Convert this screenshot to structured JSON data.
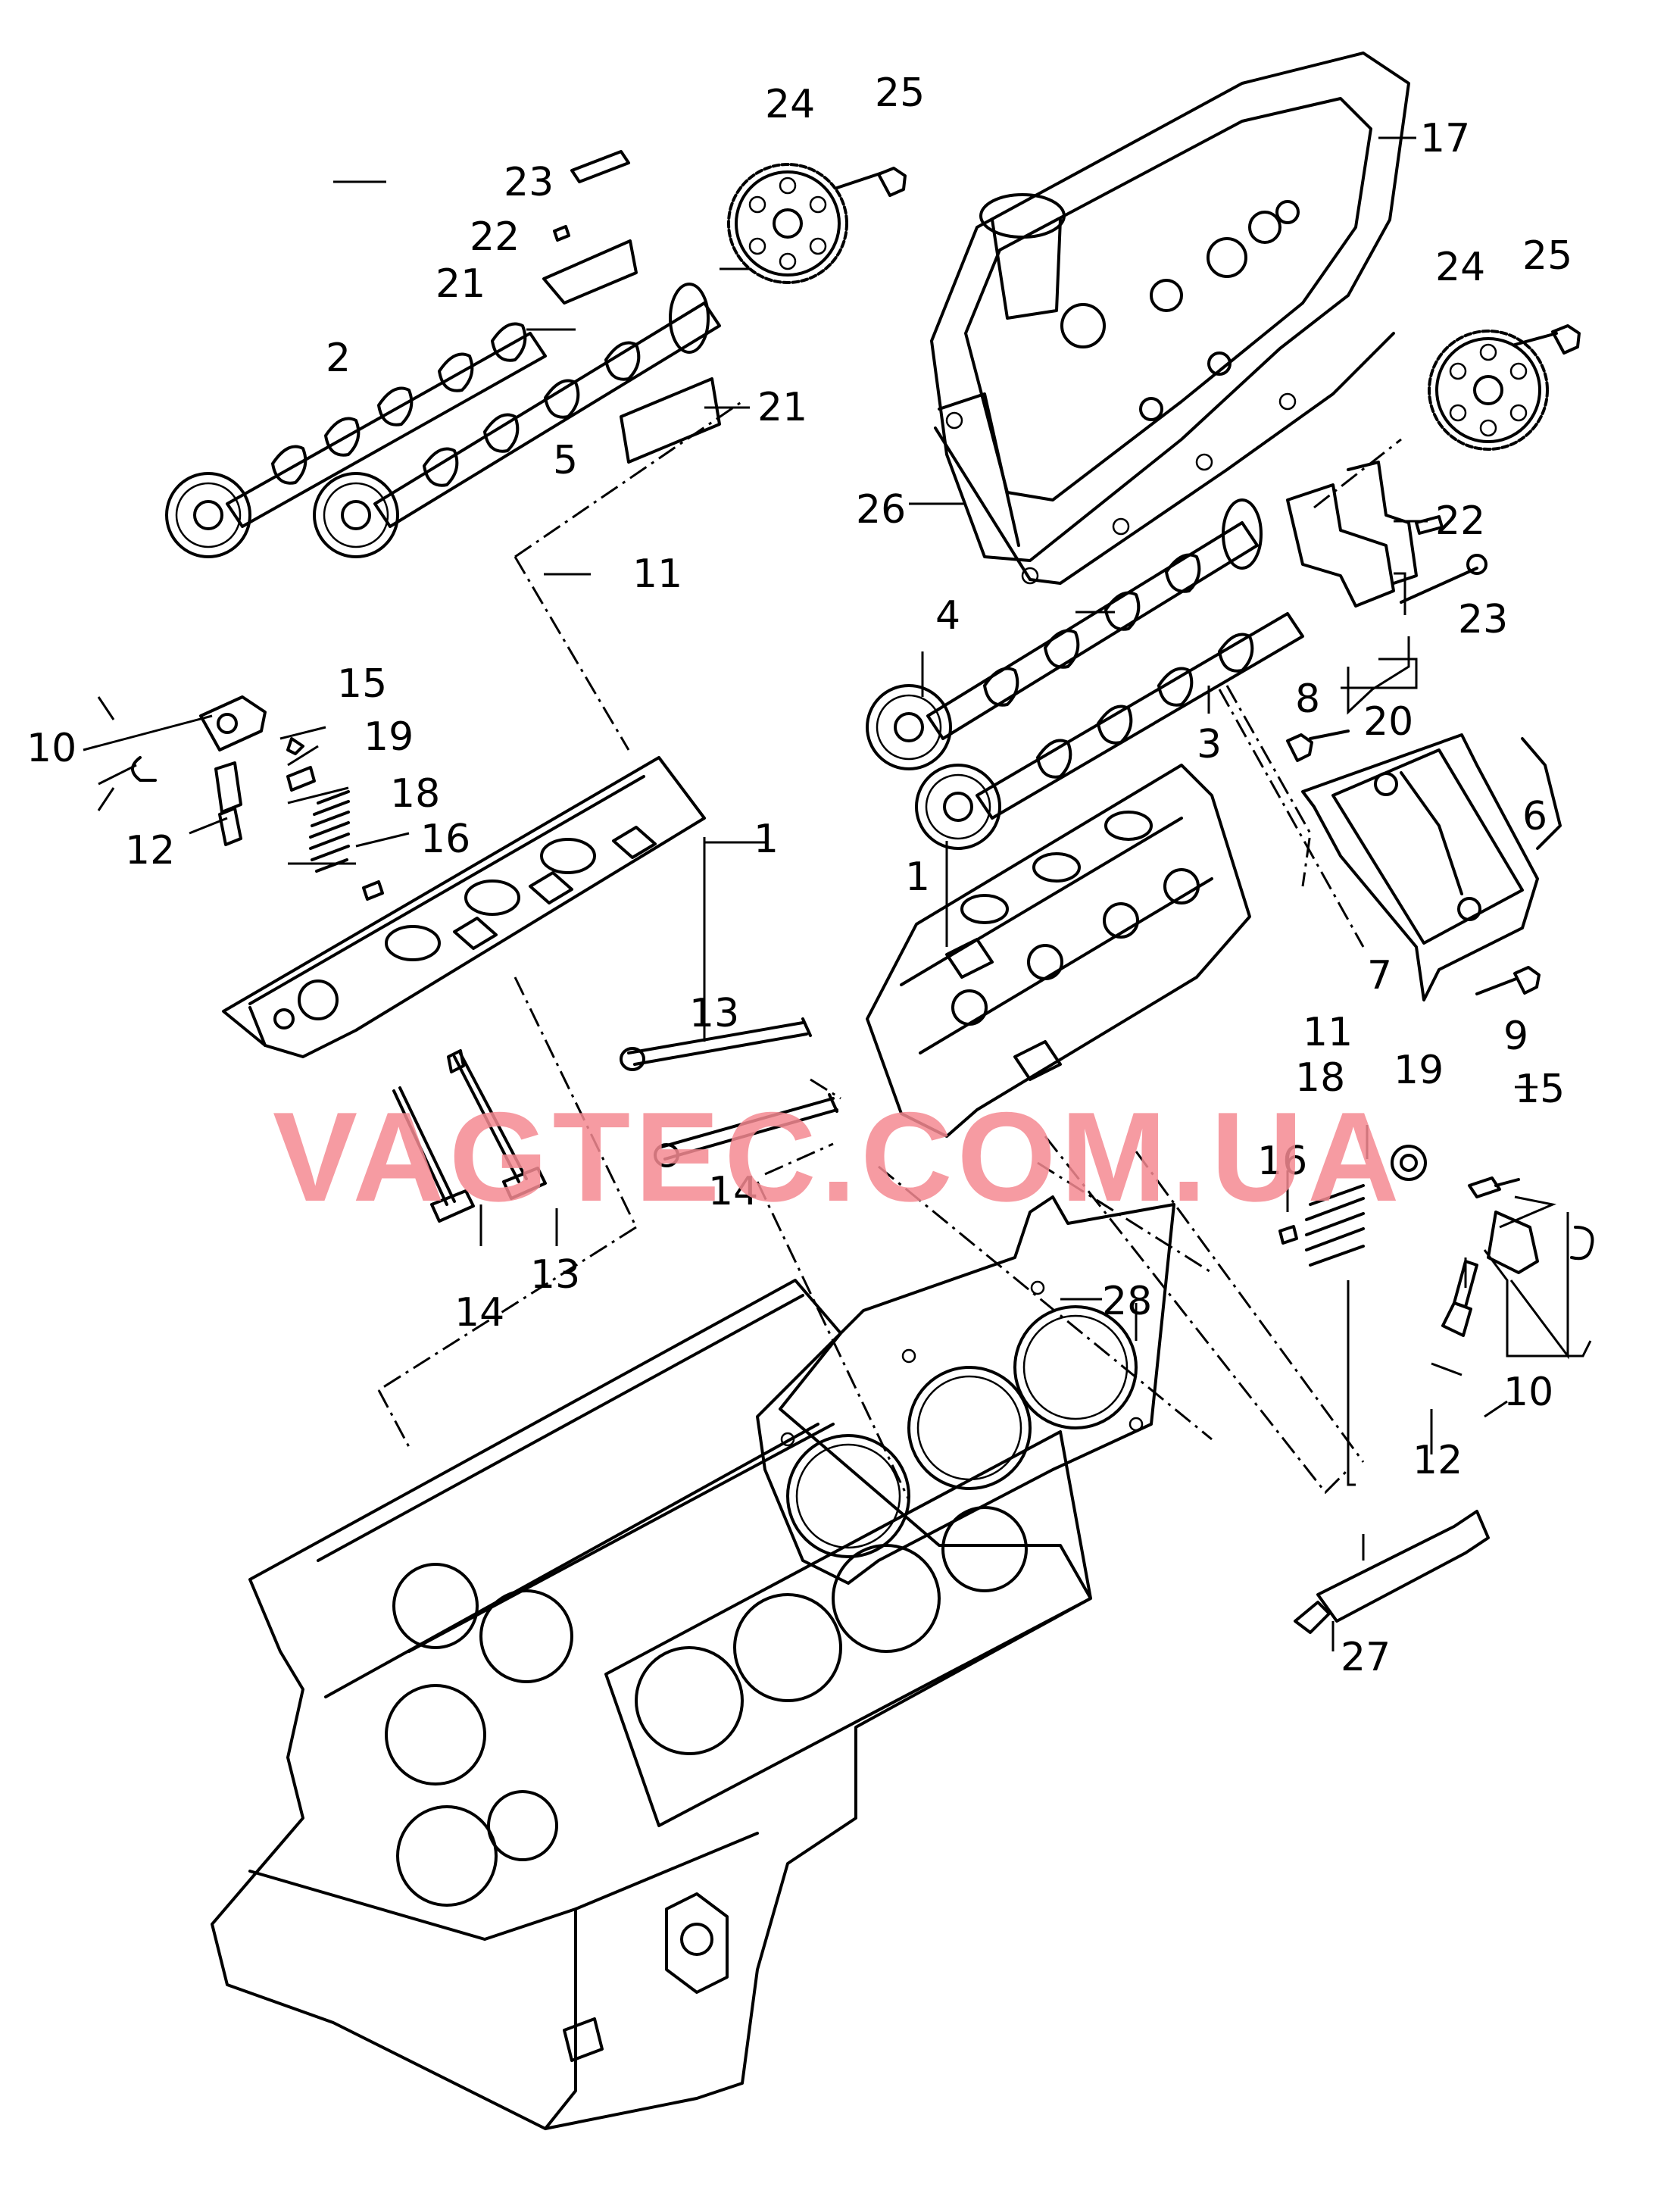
{
  "watermark": {
    "text": "VAGTEC.COM.UA",
    "color": "#f48a92"
  },
  "line_color": "#000000",
  "callouts": [
    {
      "id": "c24a",
      "text": "24"
    },
    {
      "id": "c25a",
      "text": "25"
    },
    {
      "id": "c17",
      "text": "17"
    },
    {
      "id": "c23a",
      "text": "23"
    },
    {
      "id": "c22a",
      "text": "22"
    },
    {
      "id": "c21a",
      "text": "21"
    },
    {
      "id": "c2",
      "text": "2"
    },
    {
      "id": "c21b",
      "text": "21"
    },
    {
      "id": "c5",
      "text": "5"
    },
    {
      "id": "c24b",
      "text": "24"
    },
    {
      "id": "c25b",
      "text": "25"
    },
    {
      "id": "c26",
      "text": "26"
    },
    {
      "id": "c22b",
      "text": "22"
    },
    {
      "id": "c11a",
      "text": "11"
    },
    {
      "id": "c23b",
      "text": "23"
    },
    {
      "id": "c4",
      "text": "4"
    },
    {
      "id": "c15a",
      "text": "15"
    },
    {
      "id": "c10a",
      "text": "10"
    },
    {
      "id": "c19a",
      "text": "19"
    },
    {
      "id": "c8",
      "text": "8"
    },
    {
      "id": "c20",
      "text": "20"
    },
    {
      "id": "c3",
      "text": "3"
    },
    {
      "id": "c18a",
      "text": "18"
    },
    {
      "id": "c12a",
      "text": "12"
    },
    {
      "id": "c16a",
      "text": "16"
    },
    {
      "id": "c1a",
      "text": "1"
    },
    {
      "id": "c6",
      "text": "6"
    },
    {
      "id": "c1b",
      "text": "1"
    },
    {
      "id": "c7",
      "text": "7"
    },
    {
      "id": "c11b",
      "text": "11"
    },
    {
      "id": "c13a",
      "text": "13"
    },
    {
      "id": "c9",
      "text": "9"
    },
    {
      "id": "c19b",
      "text": "19"
    },
    {
      "id": "c18b",
      "text": "18"
    },
    {
      "id": "c15b",
      "text": "15"
    },
    {
      "id": "c16b",
      "text": "16"
    },
    {
      "id": "c14a",
      "text": "14"
    },
    {
      "id": "c13b",
      "text": "13"
    },
    {
      "id": "c14b",
      "text": "14"
    },
    {
      "id": "c28",
      "text": "28"
    },
    {
      "id": "c10b",
      "text": "10"
    },
    {
      "id": "c12b",
      "text": "12"
    },
    {
      "id": "c27",
      "text": "27"
    }
  ]
}
